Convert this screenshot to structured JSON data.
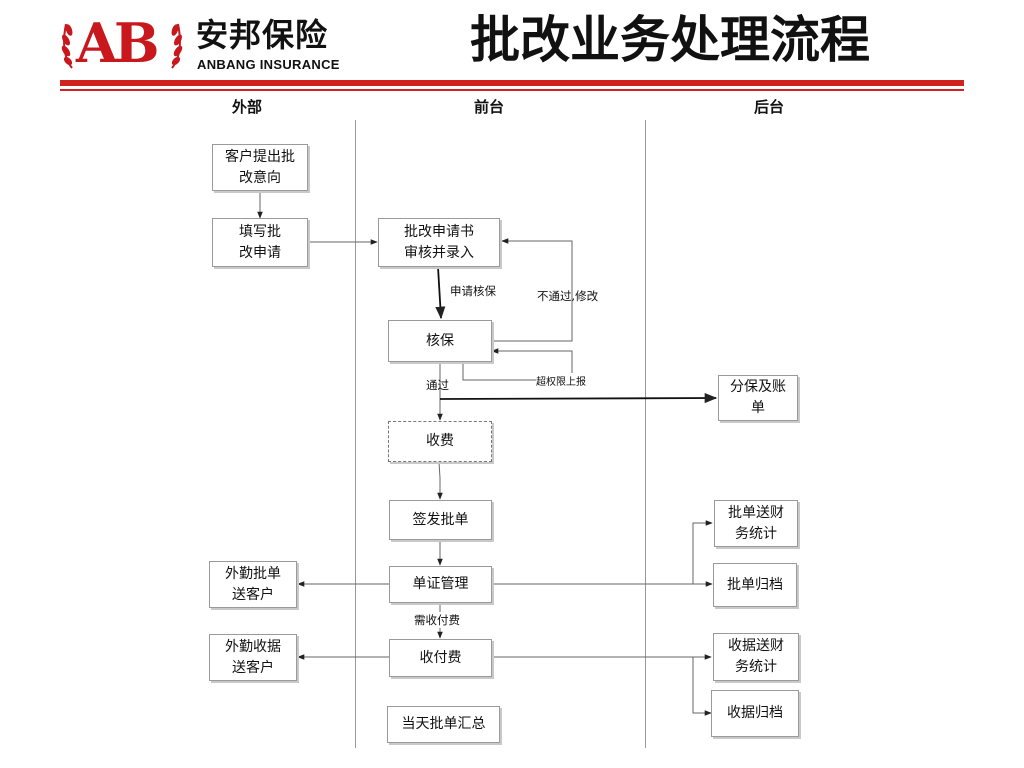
{
  "brand": {
    "logo_letters": "AB",
    "logo_cn": "安邦保险",
    "logo_en": "ANBANG INSURANCE",
    "brand_color": "#c8181e"
  },
  "title": "批改业务处理流程",
  "lanes": {
    "external": "外部",
    "front": "前台",
    "back": "后台"
  },
  "nodes": {
    "customer_request": "客户提出批\n改意向",
    "fill_application": "填写批\n改申请",
    "review_entry": "批改申请书\n审核并录入",
    "underwriting": "核保",
    "premium_collection": "收费",
    "issue_endorsement": "签发批单",
    "document_management": "单证管理",
    "payment": "收付费",
    "daily_summary": "当天批单汇总",
    "reinsurance_billing": "分保及账\n单",
    "endorsement_to_finance": "批单送财\n务统计",
    "endorsement_archive": "批单归档",
    "receipt_to_finance": "收据送财\n务统计",
    "receipt_archive": "收据归档",
    "field_deliver_endorsement": "外勤批单\n送客户",
    "field_deliver_receipt": "外勤收据\n送客户"
  },
  "edge_labels": {
    "apply_underwriting": "申请核保",
    "rejected_modify": "不通过,修改",
    "passed": "通过",
    "exceed_authority": "超权限上报",
    "needs_payment": "需收付费"
  }
}
